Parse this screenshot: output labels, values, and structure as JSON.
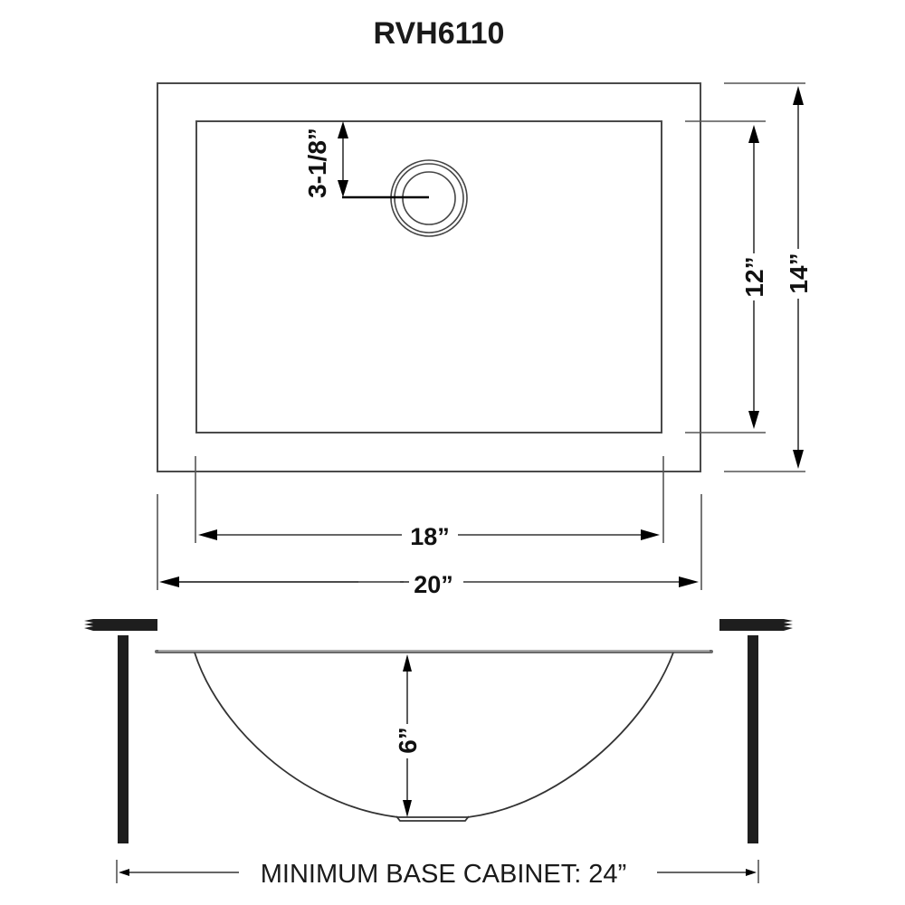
{
  "title": "RVH6110",
  "top_view": {
    "outer_width_label": "20”",
    "inner_width_label": "18”",
    "outer_depth_label": "14”",
    "inner_depth_label": "12”",
    "drain_offset_label": "3-1/8”",
    "drain_icon": "drain-circle"
  },
  "side_view": {
    "bowl_depth_label": "6”",
    "cabinet_label": "MINIMUM BASE CABINET: 24”",
    "counter_icon": "countertop-cutaway",
    "cabinet_wall_icon": "cabinet-wall-section"
  },
  "colors": {
    "ink": "#1a1a1a",
    "outline": "#4a4a4a",
    "background": "#ffffff"
  }
}
